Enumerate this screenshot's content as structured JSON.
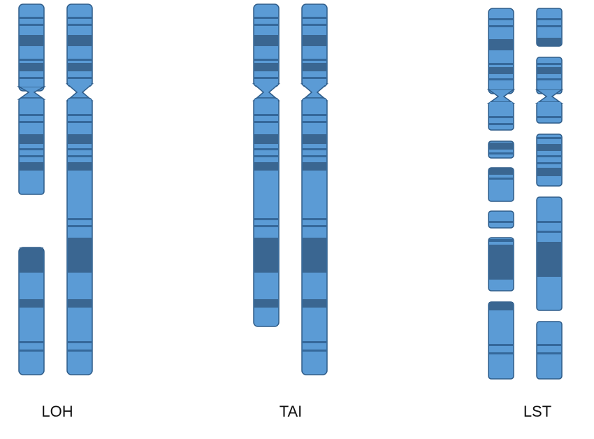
{
  "colors": {
    "chromosome_fill": "#5b9bd5",
    "band_light": "#2f5f8f",
    "band_dark": "#3a6691",
    "outline": "#2e5c89",
    "background": "#ffffff"
  },
  "panels": [
    {
      "id": "loh",
      "label": "LOH"
    },
    {
      "id": "tai",
      "label": "TAI"
    },
    {
      "id": "lst",
      "label": "LST"
    }
  ]
}
